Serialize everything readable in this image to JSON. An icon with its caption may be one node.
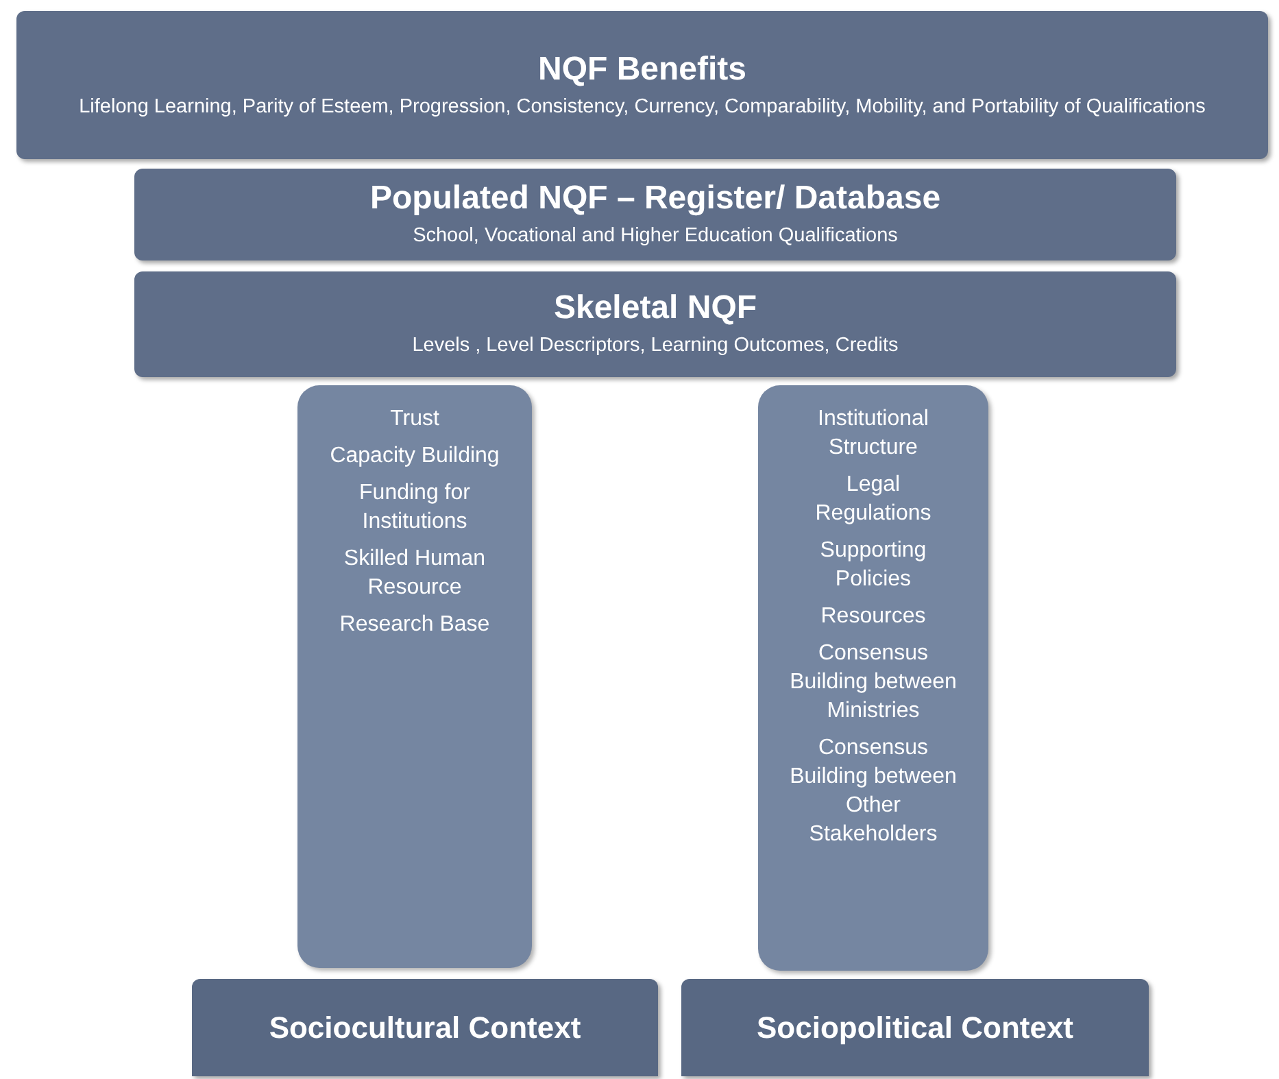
{
  "diagram": {
    "nodes": [
      {
        "text": [
          "NQF Benefits",
          "Lifelong Learning, Parity of Esteem, Progression, Consistency, Currency, Comparability, Mobility, and Portability of Qualifications"
        ]
      },
      {
        "text": [
          "Populated NQF – Register/ Database",
          "School, Vocational and Higher Education Qualifications"
        ]
      },
      {
        "text": [
          "Skeletal NQF",
          "Levels , Level Descriptors, Learning Outcomes, Credits"
        ]
      },
      {
        "text": [
          "Trust",
          "Capacity Building",
          "Funding for Institutions",
          "Skilled Human Resource",
          "Research Base"
        ]
      },
      {
        "text": [
          "Institutional Structure",
          "Legal Regulations",
          "Supporting Policies",
          "Resources",
          "Consensus Building between Ministries",
          "Consensus Building between Other Stakeholders"
        ]
      },
      {
        "text": [
          "Sociocultural Context"
        ]
      },
      {
        "text": [
          "Sociopolitical Context"
        ]
      }
    ]
  }
}
